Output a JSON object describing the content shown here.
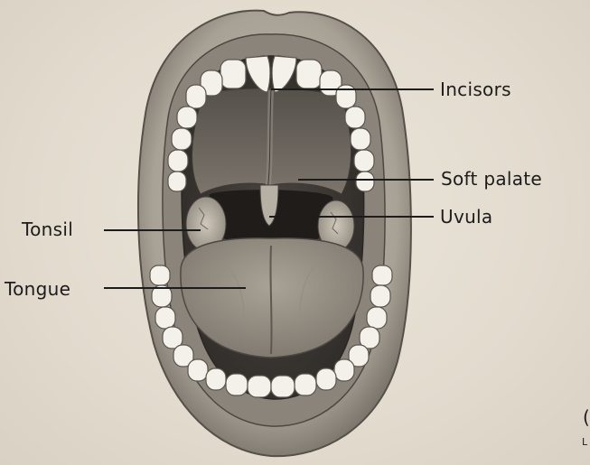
{
  "labels": {
    "incisors": "Incisors",
    "soft_palate": "Soft palate",
    "uvula": "Uvula",
    "tonsil": "Tonsil",
    "tongue": "Tongue"
  },
  "corner_marks": {
    "upper": "(",
    "lower": "L"
  },
  "colors": {
    "background": "#e4ddd0",
    "ink": "#1c1c1c",
    "lip_shadow": "#6f6a61",
    "cavity_dark": "#3a3632",
    "palate": "#6a645c",
    "tongue": "#8f897f",
    "teeth": "#f4f1ea"
  }
}
